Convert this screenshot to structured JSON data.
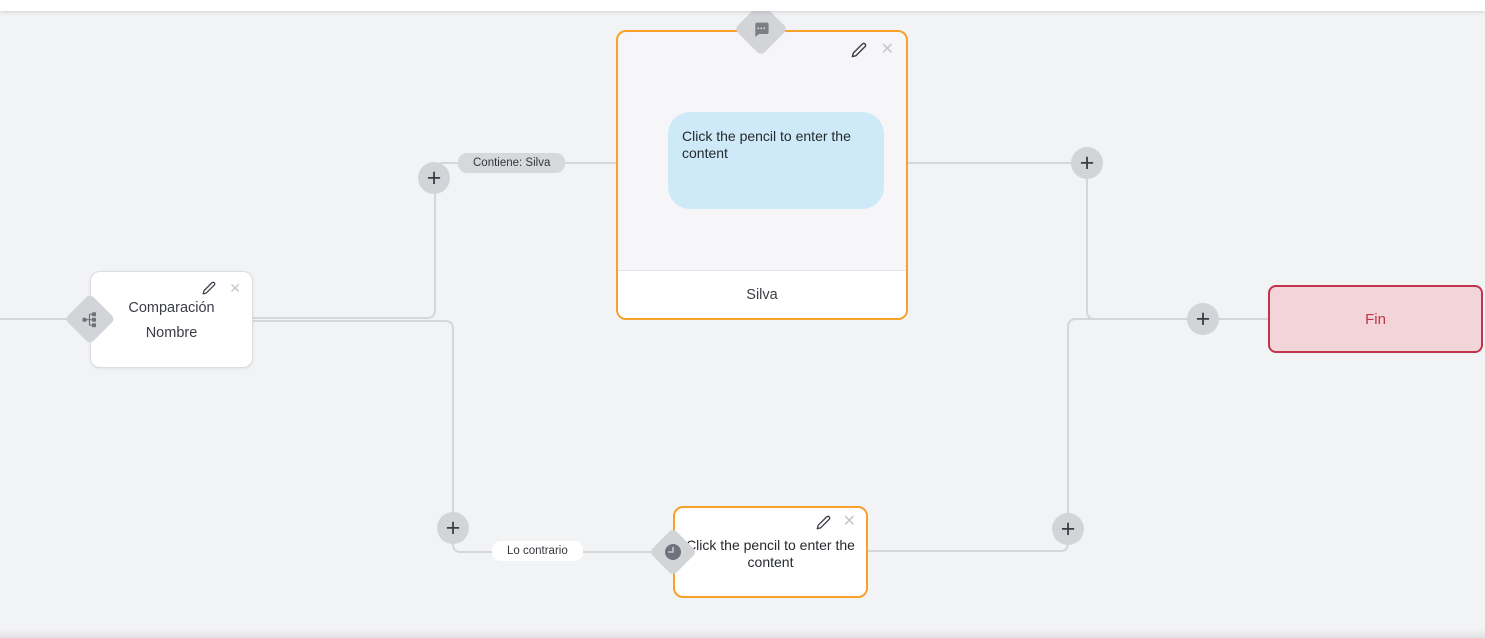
{
  "canvas": {
    "background": "#f2f3f5",
    "connector_color": "#d4d6da",
    "accent_orange": "#f7a12c",
    "accent_red": "#c2344b",
    "bubble_blue": "#cee9f8"
  },
  "edges": {
    "top_branch_label": "Contiene: Silva",
    "bottom_branch_label": "Lo contrario"
  },
  "nodes": {
    "condition": {
      "title": "Comparación",
      "subtitle": "Nombre",
      "type_icon": "branch-icon"
    },
    "message": {
      "bubble_text": "Click the pencil to enter the content",
      "footer_label": "Silva",
      "type_icon": "chat-bubble-icon"
    },
    "wait": {
      "placeholder_text": "Click the pencil to enter the content",
      "type_icon": "clock-icon"
    },
    "end": {
      "label": "Fin"
    }
  },
  "controls": {
    "add_button_label": "+",
    "close_button_glyph": "✕"
  }
}
